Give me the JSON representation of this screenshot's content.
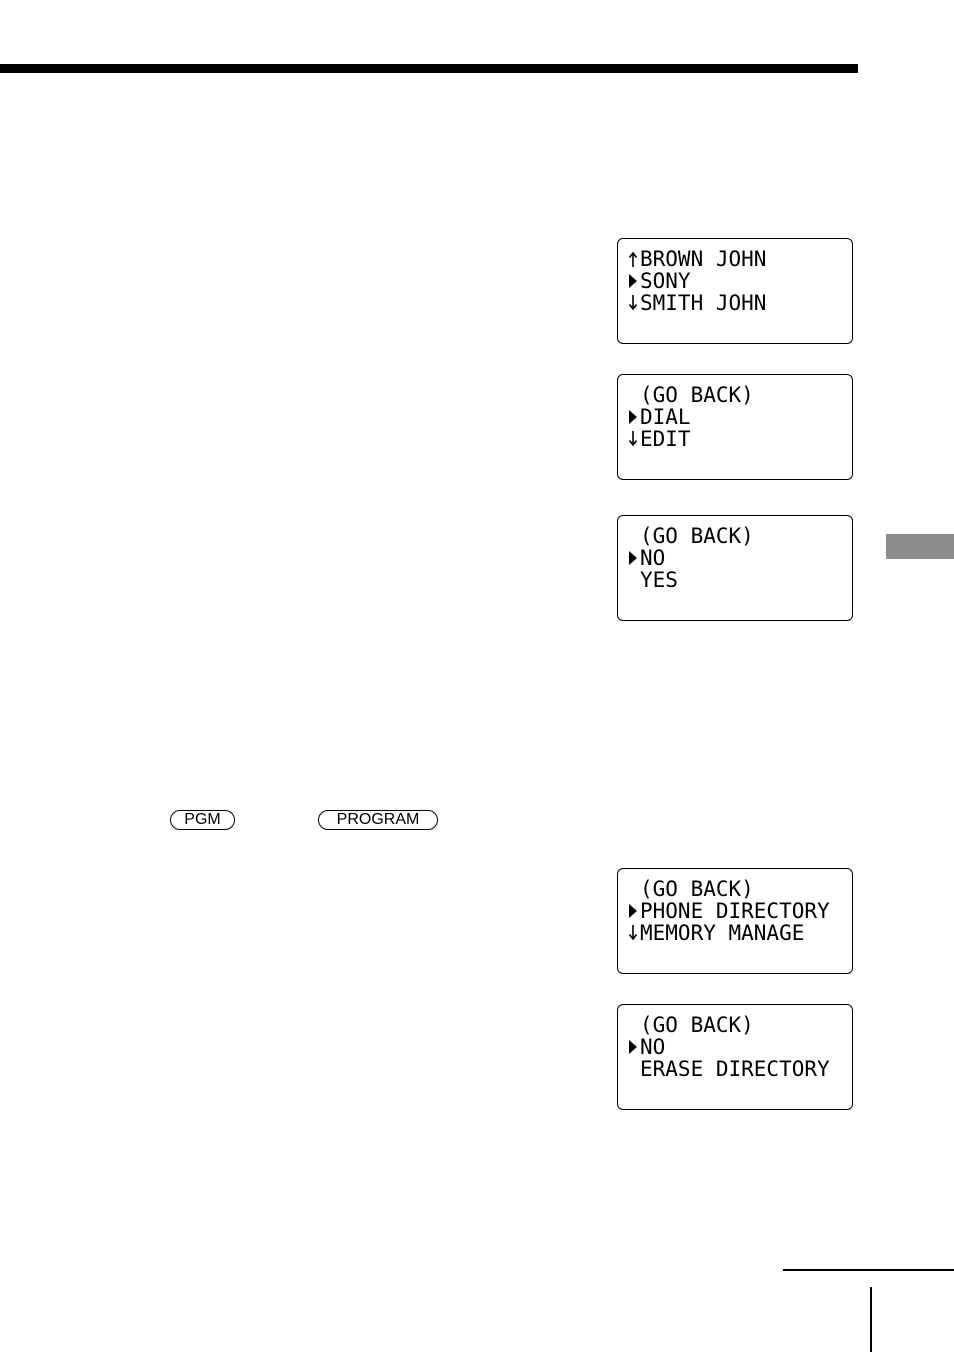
{
  "displays": [
    {
      "lines": [
        {
          "mark": "up-arrow",
          "text": "BROWN JOHN"
        },
        {
          "mark": "cursor",
          "text": "SONY"
        },
        {
          "mark": "down-arrow",
          "text": "SMITH JOHN"
        }
      ]
    },
    {
      "lines": [
        {
          "mark": "none",
          "text": "(GO BACK)"
        },
        {
          "mark": "cursor",
          "text": "DIAL"
        },
        {
          "mark": "down-arrow",
          "text": "EDIT"
        }
      ]
    },
    {
      "lines": [
        {
          "mark": "none",
          "text": "(GO BACK)"
        },
        {
          "mark": "cursor",
          "text": "NO"
        },
        {
          "mark": "none",
          "text": "YES"
        }
      ]
    },
    {
      "lines": [
        {
          "mark": "none",
          "text": "(GO BACK)"
        },
        {
          "mark": "cursor",
          "text": "PHONE DIRECTORY"
        },
        {
          "mark": "down-arrow",
          "text": "MEMORY MANAGE"
        }
      ]
    },
    {
      "lines": [
        {
          "mark": "none",
          "text": "(GO BACK)"
        },
        {
          "mark": "cursor",
          "text": "NO"
        },
        {
          "mark": "none",
          "text": "ERASE DIRECTORY"
        }
      ]
    }
  ],
  "keys": {
    "pgm": "PGM",
    "program": "PROGRAM"
  }
}
